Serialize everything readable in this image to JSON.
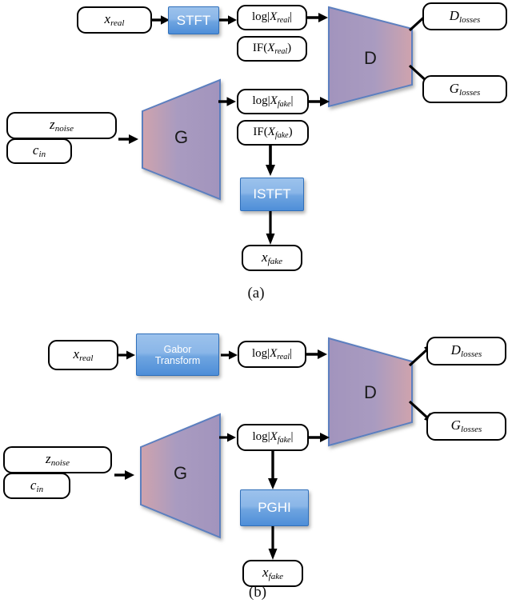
{
  "figure": {
    "panels": [
      {
        "id": "a",
        "caption": "(a)",
        "real_input": "x",
        "real_input_sub": "real",
        "transform_label": "STFT",
        "real_mag_pre": "log|X",
        "real_mag_sub": "real",
        "real_mag_post": "|",
        "real_if_pre": "IF(X",
        "real_if_sub": "real",
        "real_if_post": ")",
        "noise_label": "z",
        "noise_sub": "noise",
        "cond_label": "c",
        "cond_sub": "in",
        "generator_label": "G",
        "discriminator_label": "D",
        "fake_mag_pre": "log|X",
        "fake_mag_sub": "fake",
        "fake_mag_post": "|",
        "fake_if_pre": "IF(X",
        "fake_if_sub": "fake",
        "fake_if_post": ")",
        "inverse_label": "ISTFT",
        "fake_output": "x",
        "fake_output_sub": "fake",
        "d_loss_label": "D",
        "d_loss_sub": "losses",
        "g_loss_label": "G",
        "g_loss_sub": "losses"
      },
      {
        "id": "b",
        "caption": "(b)",
        "real_input": "x",
        "real_input_sub": "real",
        "transform_label_line1": "Gabor",
        "transform_label_line2": "Transform",
        "real_mag_pre": "log|X",
        "real_mag_sub": "real",
        "real_mag_post": "|",
        "noise_label": "z",
        "noise_sub": "noise",
        "cond_label": "c",
        "cond_sub": "in",
        "generator_label": "G",
        "discriminator_label": "D",
        "fake_mag_pre": "log|X",
        "fake_mag_sub": "fake",
        "fake_mag_post": "|",
        "inverse_label": "PGHI",
        "fake_output": "x",
        "fake_output_sub": "fake",
        "d_loss_label": "D",
        "d_loss_sub": "losses",
        "g_loss_label": "G",
        "g_loss_sub": "losses"
      }
    ]
  },
  "colors": {
    "block_blue_light": "#9cc2ec",
    "block_blue_dark": "#4e8ed8",
    "block_border": "#2f6fba",
    "trapezoid_purple": "#a294bd",
    "trapezoid_pink": "#cfa3ad",
    "trapezoid_border": "#5b7fbf",
    "arrow_black": "#000000",
    "box_border": "#000000",
    "background": "#ffffff"
  }
}
